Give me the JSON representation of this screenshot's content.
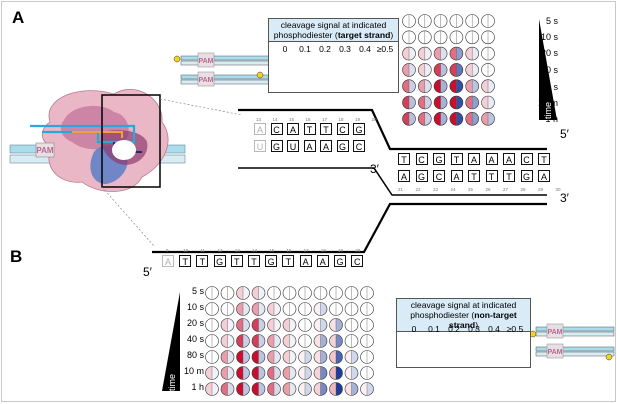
{
  "panels": {
    "a": "A",
    "b": "B"
  },
  "legend_top": {
    "line1": "cleavage signal at indicated",
    "line2_prefix": "phosphodiester (",
    "line2_bold": "target strand",
    "line2_suffix": ")",
    "levels": [
      "0",
      "0.1",
      "0.2",
      "0.3",
      "0.4",
      "≥0.5"
    ],
    "pam": "PAM"
  },
  "legend_bottom": {
    "line1": "cleavage signal at indicated",
    "line2_prefix": "phosphodiester (",
    "line2_bold": "non-target strand",
    "line2_suffix": ")",
    "levels": [
      "0",
      "0.1",
      "0.2",
      "0.3",
      "0.4",
      "≥0.5"
    ],
    "pam": "PAM"
  },
  "time_axis": {
    "label": "time",
    "points": [
      "5 s",
      "10 s",
      "20 s",
      "40 s",
      "80 s",
      "10 m",
      "1 h"
    ]
  },
  "structure": {
    "pam": "PAM"
  },
  "sequences": {
    "top_left_row1": [
      "A",
      "C",
      "A",
      "T",
      "T",
      "C",
      "G"
    ],
    "top_left_row2": [
      "U",
      "G",
      "U",
      "A",
      "A",
      "G",
      "C"
    ],
    "top_right_row1": [
      "T",
      "C",
      "G",
      "T",
      "A",
      "A",
      "A",
      "C",
      "T"
    ],
    "top_right_row2": [
      "A",
      "G",
      "C",
      "A",
      "T",
      "T",
      "T",
      "G",
      "A"
    ],
    "bottom_row": [
      "A",
      "T",
      "T",
      "G",
      "T",
      "T",
      "G",
      "T",
      "A",
      "A",
      "G",
      "C"
    ],
    "position_numbers_top_left": [
      "13",
      "14",
      "15",
      "16",
      "17",
      "18",
      "19",
      "20"
    ],
    "position_numbers_top_right": [
      "21",
      "22",
      "23",
      "24",
      "25",
      "26",
      "27",
      "28",
      "29",
      "30"
    ],
    "position_numbers_bottom": [
      "9",
      "10",
      "11",
      "12",
      "13",
      "14",
      "15",
      "16",
      "17",
      "18",
      "19",
      "20"
    ]
  },
  "primes": {
    "p5_top": "5′",
    "p3_mid": "3′",
    "p3_right": "3′",
    "p5_bottom": "5′"
  },
  "heat_top": [
    [
      0,
      0,
      0,
      0,
      0,
      0
    ],
    [
      0,
      0,
      0,
      0,
      0,
      0
    ],
    [
      0.1,
      0.1,
      0.2,
      0.3,
      0.1,
      0
    ],
    [
      0.2,
      0.1,
      0.4,
      0.4,
      0.1,
      0
    ],
    [
      0.3,
      0.2,
      0.5,
      0.5,
      0.2,
      0.1
    ],
    [
      0.4,
      0.3,
      0.5,
      0.5,
      0.3,
      0.1
    ],
    [
      0.4,
      0.3,
      0.5,
      0.5,
      0.3,
      0.2
    ]
  ],
  "heat_bottom": [
    [
      0,
      0,
      0.1,
      0.1,
      0,
      0,
      0,
      0,
      0,
      0,
      0
    ],
    [
      0,
      0,
      0.2,
      0.2,
      0.1,
      0,
      0,
      0.1,
      0,
      0,
      0
    ],
    [
      0,
      0.1,
      0.3,
      0.4,
      0.1,
      0.1,
      0,
      0.1,
      0.2,
      0,
      0
    ],
    [
      0,
      0.1,
      0.4,
      0.4,
      0.2,
      0.1,
      0,
      0.2,
      0.3,
      0,
      0
    ],
    [
      0,
      0.2,
      0.5,
      0.5,
      0.2,
      0.1,
      0.1,
      0.2,
      0.4,
      0.1,
      0
    ],
    [
      0.1,
      0.2,
      0.5,
      0.5,
      0.3,
      0.2,
      0.1,
      0.3,
      0.5,
      0.1,
      0
    ],
    [
      0.1,
      0.3,
      0.5,
      0.5,
      0.3,
      0.2,
      0.1,
      0.3,
      0.5,
      0.2,
      0.1
    ]
  ],
  "colors": {
    "red": "#c8102e",
    "blue": "#1f3c99",
    "cyan": "#29a9d6",
    "pink": "#d98fa6",
    "mauve": "#8a3a6a"
  }
}
